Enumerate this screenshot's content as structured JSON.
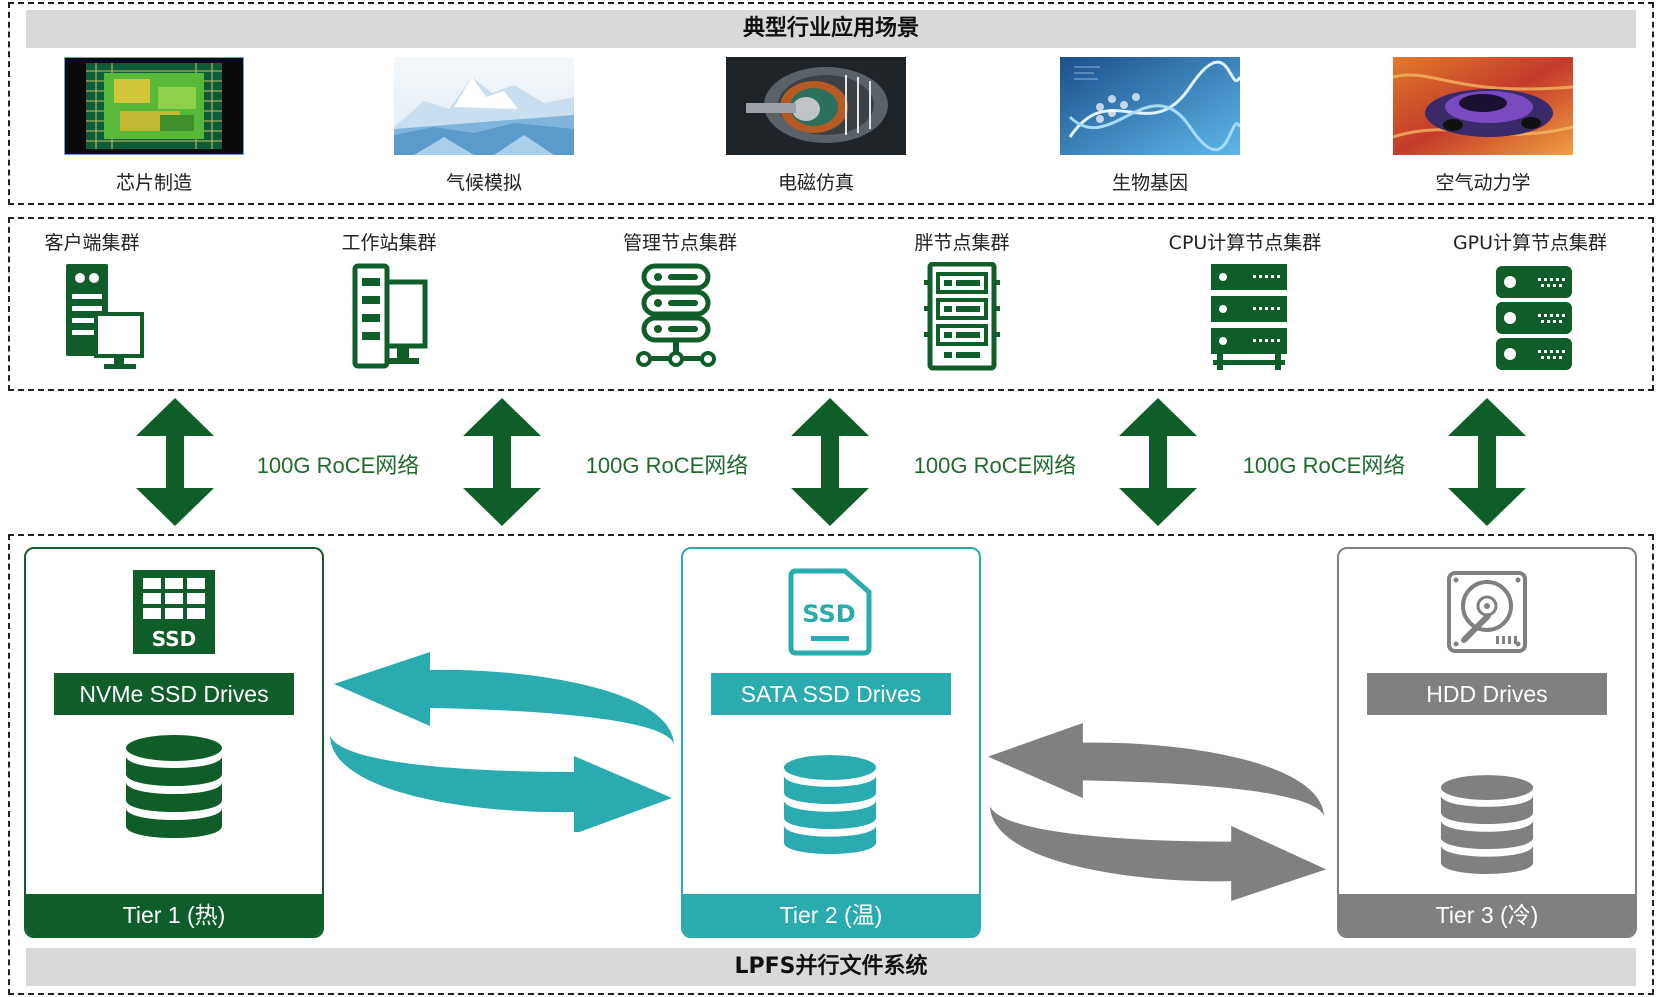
{
  "colors": {
    "green": "#0f5e2a",
    "teal": "#2aabb0",
    "gray": "#808080"
  },
  "apps": {
    "title": "典型行业应用场景",
    "items": [
      {
        "label": "芯片制造",
        "icon": "chip-image"
      },
      {
        "label": "气候模拟",
        "icon": "glacier-image"
      },
      {
        "label": "电磁仿真",
        "icon": "motor-image"
      },
      {
        "label": "生物基因",
        "icon": "dna-image"
      },
      {
        "label": "空气动力学",
        "icon": "car-image"
      }
    ]
  },
  "clusters": [
    {
      "label": "客户端集群",
      "icon": "client-computer-icon"
    },
    {
      "label": "工作站集群",
      "icon": "workstation-icon"
    },
    {
      "label": "管理节点集群",
      "icon": "management-server-icon"
    },
    {
      "label": "胖节点集群",
      "icon": "fat-node-server-icon"
    },
    {
      "label": "CPU计算节点集群",
      "icon": "cpu-server-icon"
    },
    {
      "label": "GPU计算节点集群",
      "icon": "gpu-server-icon"
    }
  ],
  "network": {
    "label": "100G RoCE网络"
  },
  "tiers": [
    {
      "drive": "NVMe SSD Drives",
      "name": "Tier 1 (热)",
      "icon": "nvme-ssd-icon"
    },
    {
      "drive": "SATA SSD Drives",
      "name": "Tier 2 (温)",
      "icon": "sata-ssd-icon"
    },
    {
      "drive": "HDD Drives",
      "name": "Tier 3 (冷)",
      "icon": "hdd-icon"
    }
  ],
  "filesystem": {
    "title": "LPFS并行文件系统"
  }
}
